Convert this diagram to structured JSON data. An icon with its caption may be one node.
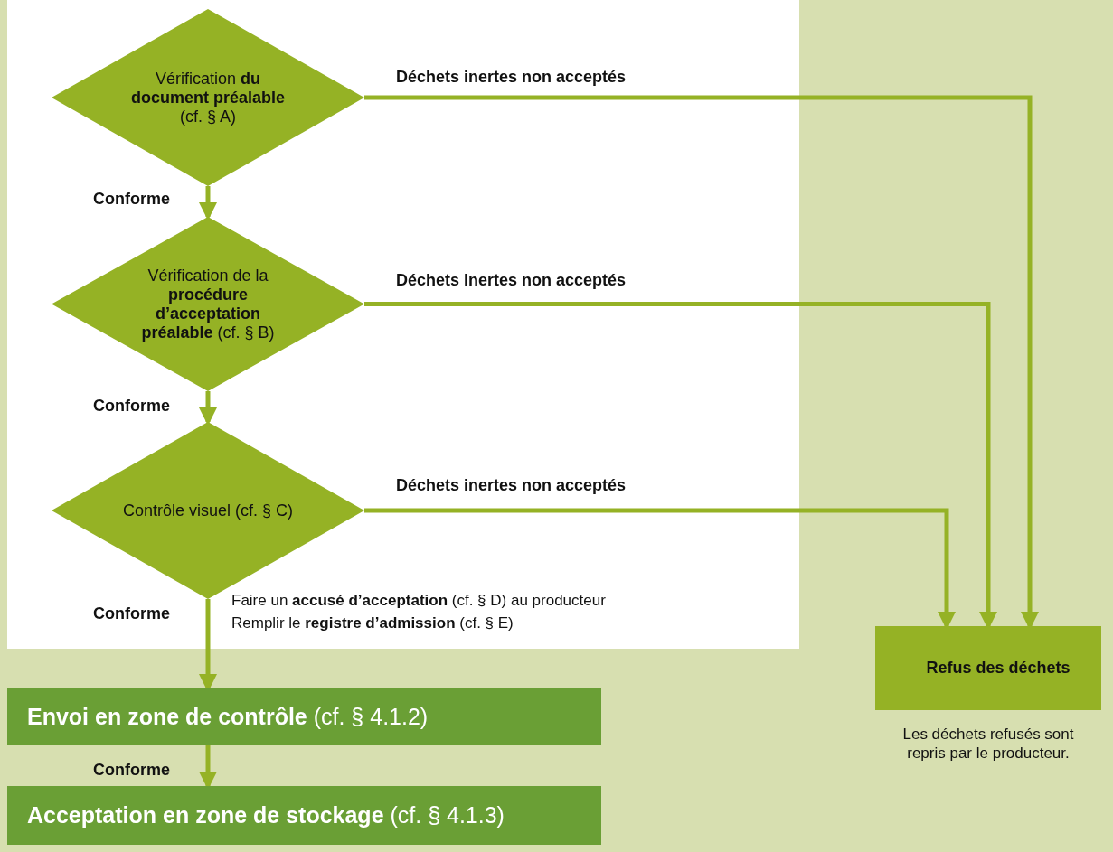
{
  "diagram": {
    "nodes": [
      {
        "text": [
          "Vérification **du document préalable** (cf. § A)"
        ]
      },
      {
        "text": [
          "Vérification de la **procédure d’acceptation préalable** (cf. § B)"
        ]
      },
      {
        "text": [
          "Contrôle visuel (cf. § C)"
        ]
      },
      {
        "text": [
          "**Envoi en zone de contrôle** (cf. § 4.1.2)"
        ]
      },
      {
        "text": [
          "**Acceptation en zone de stockage** (cf. § 4.1.3)"
        ]
      },
      {
        "text": [
          "Refus des déchets"
        ],
        "beside": [
          "Les déchets refusés sont repris par le producteur."
        ]
      }
    ],
    "edges": [
      {
        "from": 0,
        "to": 1,
        "arrow": "to",
        "label": "Conforme"
      },
      {
        "from": 1,
        "to": 2,
        "arrow": "to",
        "label": "Conforme"
      },
      {
        "from": 2,
        "to": 3,
        "arrow": "to",
        "label": "Conforme"
      },
      {
        "from": 3,
        "to": 4,
        "arrow": "to",
        "label": "Conforme"
      },
      {
        "from": 0,
        "to": 5,
        "arrow": "to",
        "label": "Déchets inertes non acceptés"
      },
      {
        "from": 1,
        "to": 5,
        "arrow": "to",
        "label": "Déchets inertes non acceptés"
      },
      {
        "from": 2,
        "to": 5,
        "arrow": "to",
        "label": "Déchets inertes non acceptés"
      }
    ],
    "labels": [
      "Faire un **accusé d’acceptation** (cf. § D) au producteur",
      "Remplir le **registre d’admission** (cf. § E)"
    ]
  }
}
